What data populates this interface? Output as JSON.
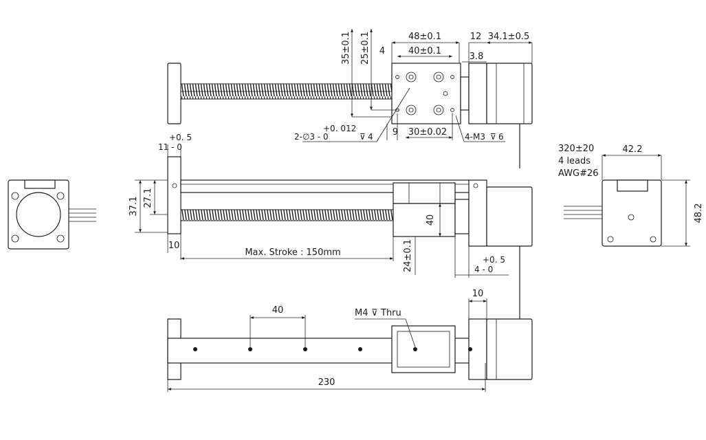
{
  "top_view": {
    "dim_48": "48±0.1",
    "dim_40": "40±0.1",
    "dim_4": "4",
    "dim_12": "12",
    "dim_34": "34.1±0.5",
    "dim_3_8": "3.8",
    "dim_35": "35±0.1",
    "dim_25": "25±0.1",
    "dim_9": "9",
    "dim_30": "30±0.02",
    "tol_hole_upper": "+0. 012",
    "hole_callout": "2-∅3 - 0",
    "hole_depth": "4",
    "screw_callout": "4-M3",
    "screw_depth": "6"
  },
  "side_view": {
    "tol_upper": "+0. 5",
    "dim_11": "11 - 0",
    "dim_37": "37.1",
    "dim_27": "27.1",
    "dim_10": "10",
    "stroke": "Max. Stroke : 150mm",
    "dim_40": "40",
    "dim_24": "24±0.1",
    "tol_upper_right": "+0. 5",
    "dim_4_right": "4 - 0"
  },
  "end_view": {
    "lead_length": "320±20",
    "leads": "4 leads",
    "awg": "AWG#26",
    "dim_42": "42.2",
    "dim_48": "48.2"
  },
  "bottom_view": {
    "dim_40": "40",
    "dim_10": "10",
    "thread": "M4",
    "thru": "Thru",
    "dim_230": "230"
  }
}
